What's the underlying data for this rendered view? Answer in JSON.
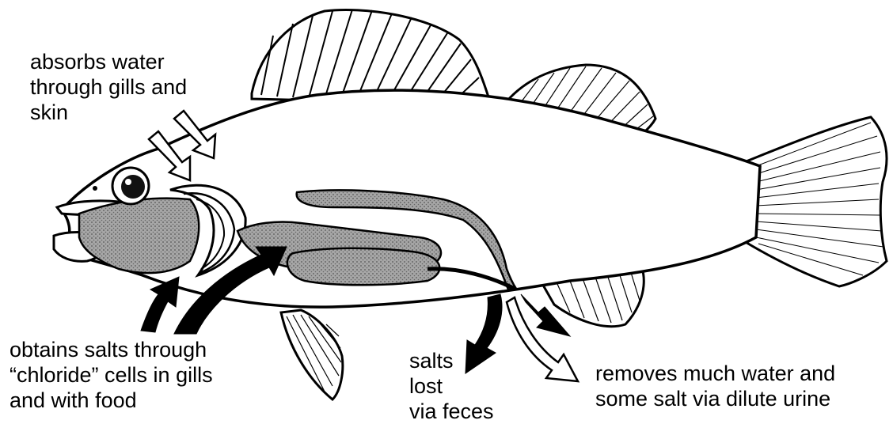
{
  "labels": {
    "absorbs": [
      "absorbs water",
      "through gills and",
      "skin"
    ],
    "obtains": [
      "obtains salts through",
      "“chloride” cells in gills",
      "and with food"
    ],
    "salts": [
      "salts",
      "lost",
      "via feces"
    ],
    "removes": [
      "removes much water and",
      "some salt via dilute urine"
    ]
  },
  "colors": {
    "ink": "#000000",
    "organ_fill": "#9a9a9a",
    "body_fill": "#ffffff"
  }
}
